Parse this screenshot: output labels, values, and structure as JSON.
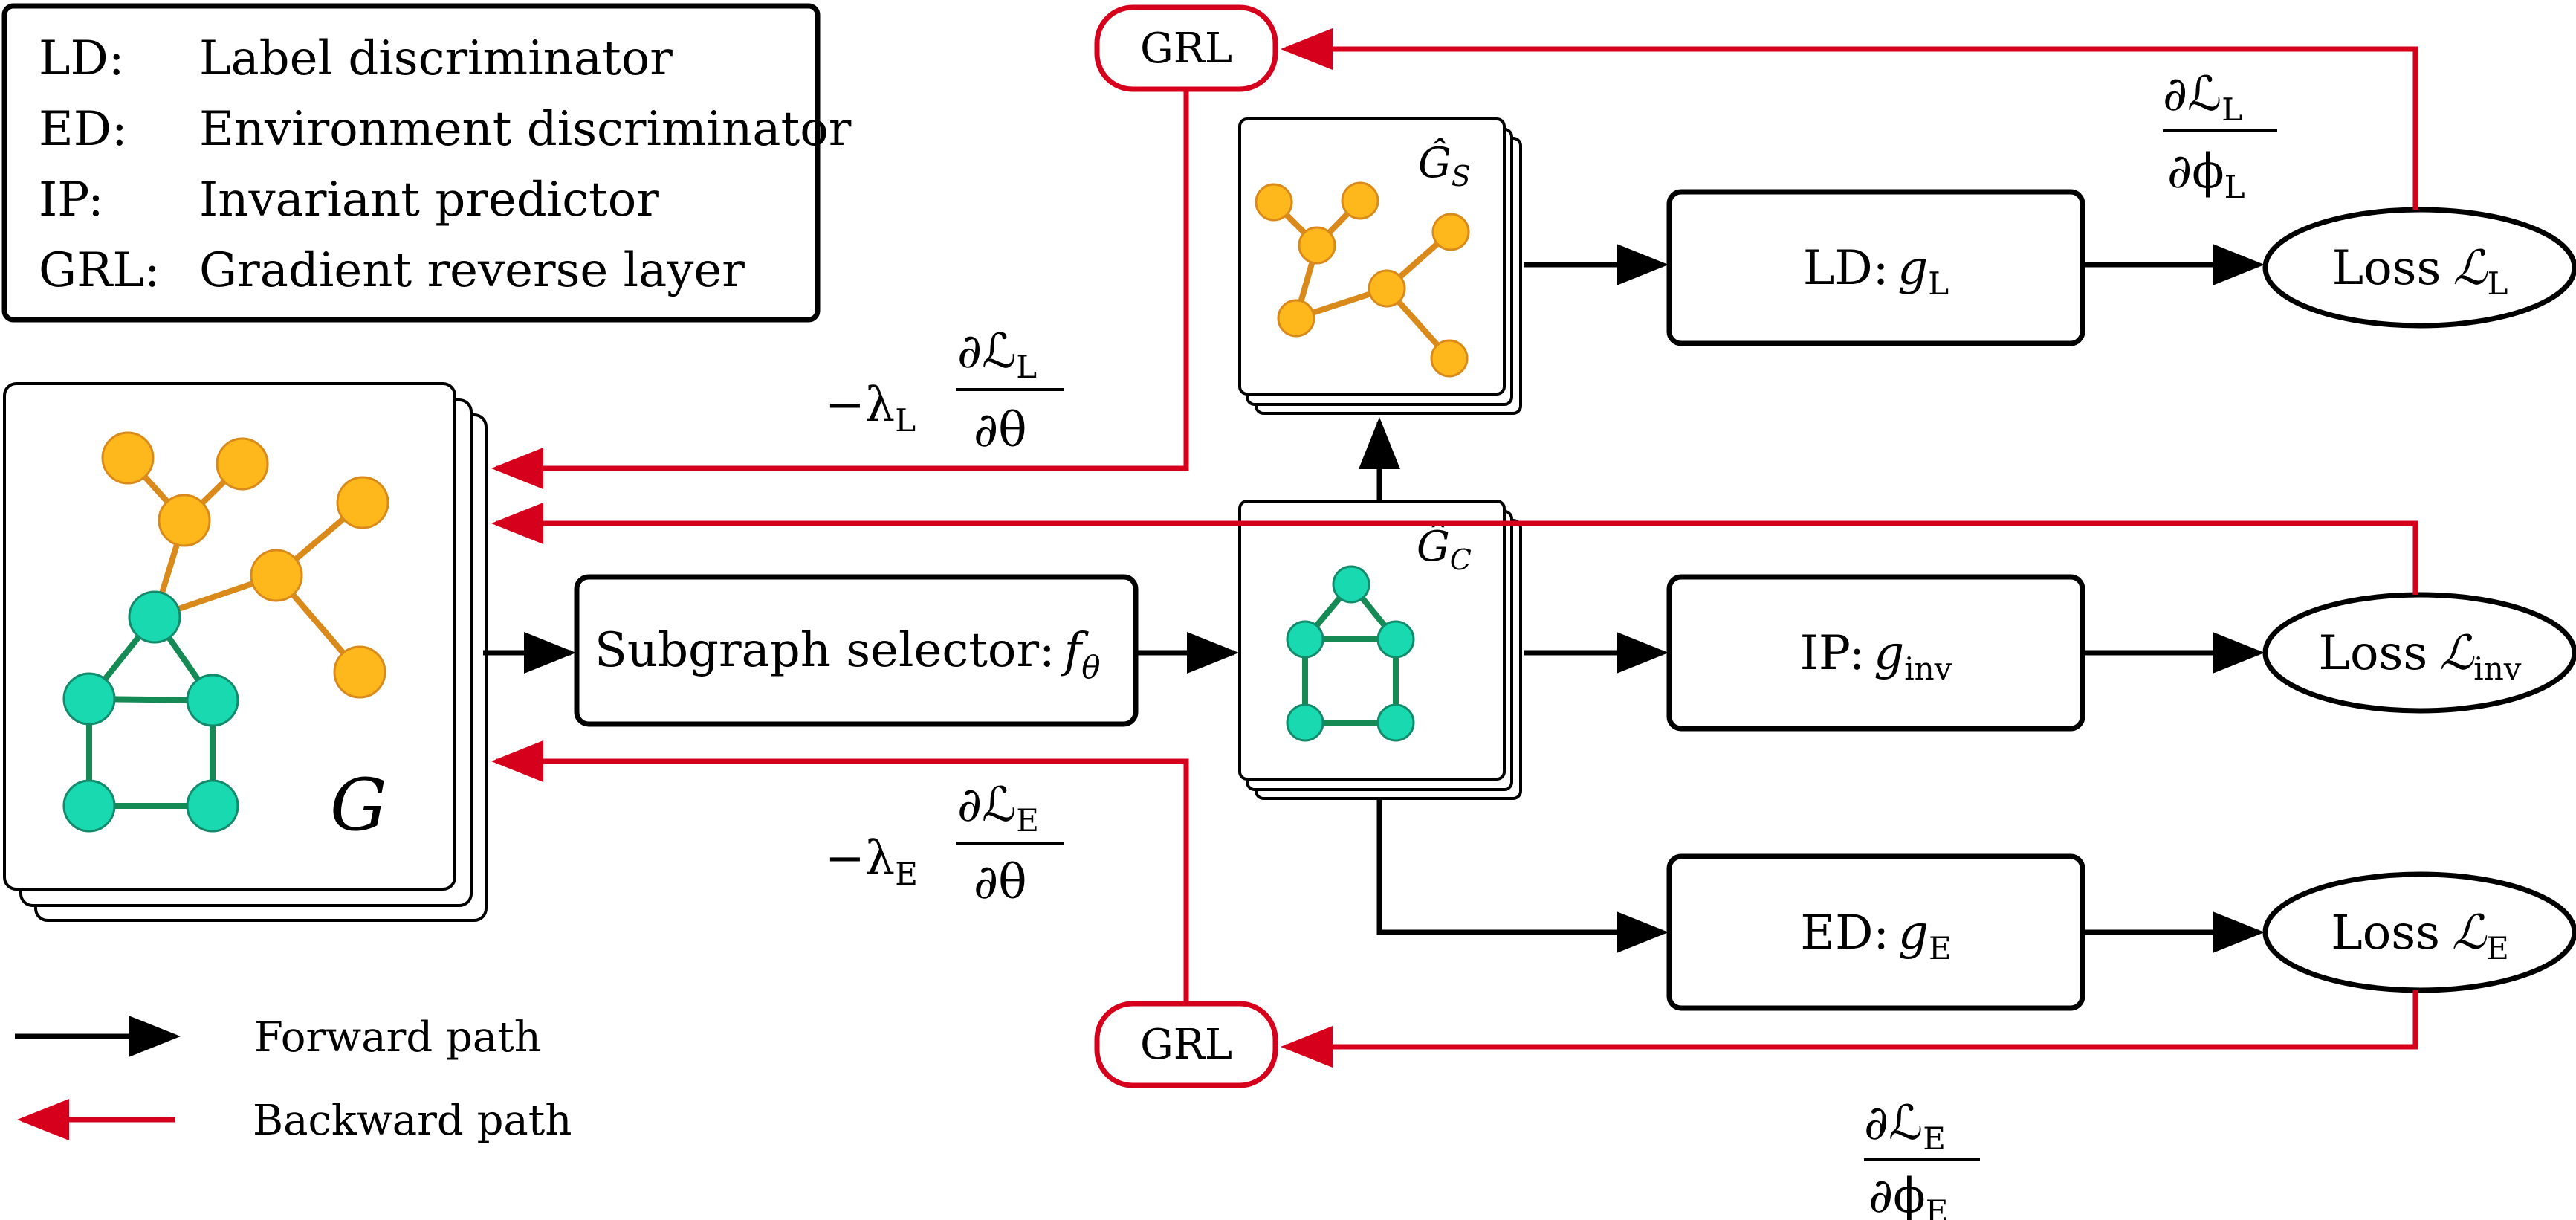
{
  "legend": {
    "rows": [
      {
        "abbr": "LD:",
        "desc": "Label discriminator"
      },
      {
        "abbr": "ED:",
        "desc": "Environment discriminator"
      },
      {
        "abbr": "IP:",
        "desc": "Invariant predictor"
      },
      {
        "abbr": "GRL:",
        "desc": "Gradient reverse layer"
      }
    ],
    "forward_label": "Forward path",
    "backward_label": "Backward path"
  },
  "input_graph": {
    "label": "G"
  },
  "selector": {
    "label": "Subgraph selector",
    "colon": ":",
    "symbol": "f",
    "symbol_sub": "θ"
  },
  "gs": {
    "label": "Ĝ",
    "sub": "S"
  },
  "gc": {
    "label": "Ĝ",
    "sub": "C"
  },
  "ld": {
    "abbr": "LD",
    "colon": ":",
    "symbol": "g",
    "sub": "L"
  },
  "ip": {
    "abbr": "IP",
    "colon": ":",
    "symbol": "g",
    "sub": "inv"
  },
  "ed": {
    "abbr": "ED",
    "colon": ":",
    "symbol": "g",
    "sub": "E"
  },
  "loss_l": {
    "text": "Loss",
    "symbol": "ℒ",
    "sub": "L"
  },
  "loss_inv": {
    "text": "Loss",
    "symbol": "ℒ",
    "sub": "inv"
  },
  "loss_e": {
    "text": "Loss",
    "symbol": "ℒ",
    "sub": "E"
  },
  "grl_top": {
    "label": "GRL"
  },
  "grl_bottom": {
    "label": "GRL"
  },
  "grad_l_top": {
    "num": "∂ℒ",
    "num_sub": "L",
    "den": "∂ϕ",
    "den_sub": "L"
  },
  "grad_e_bottom": {
    "num": "∂ℒ",
    "num_sub": "E",
    "den": "∂ϕ",
    "den_sub": "E"
  },
  "grad_l_theta": {
    "prefix": "−λ",
    "prefix_sub": "L",
    "num": "∂ℒ",
    "num_sub": "L",
    "den": "∂θ"
  },
  "grad_e_theta": {
    "prefix": "−λ",
    "prefix_sub": "E",
    "num": "∂ℒ",
    "num_sub": "E",
    "den": "∂θ"
  },
  "colors": {
    "forward": "#000000",
    "backward": "#d6001c",
    "orange_node": "#ffb81c",
    "green_node": "#19d9b0"
  }
}
